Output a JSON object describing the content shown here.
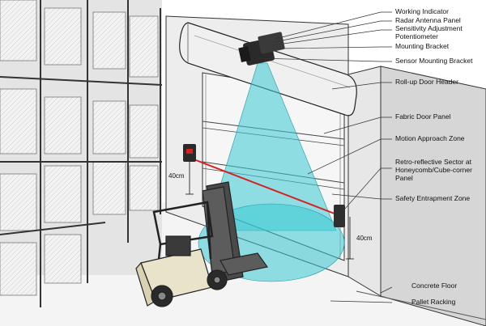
{
  "labels": {
    "working_indicator": "Working Indicator",
    "radar_antenna_panel": "Radar Antenna Panel",
    "sensitivity_line1": "Sensitivity Adjustment",
    "sensitivity_line2": "Potentiometer",
    "mounting_bracket": "Mounting Bracket",
    "sensor_mounting_bracket": "Sensor Mounting Bracket",
    "rollup_door_header": "Roll-up Door Header",
    "fabric_door_panel": "Fabric Door Panel",
    "motion_approach_zone": "Motion Approach Zone",
    "retro_line1": "Retro-reflective Sector at",
    "retro_line2": "Honeycomb/Cube-corner",
    "retro_line3": "Panel",
    "safety_entrapment_zone": "Safety Entrapment Zone",
    "concrete_floor": "Concrete Floor",
    "pallet_racking": "Pallet Racking"
  },
  "dimensions": {
    "left_height": "40cm",
    "right_height": "40cm"
  },
  "colors": {
    "radar_beam": "#39c9d4",
    "safety_beam": "#d92020",
    "outline": "#222222"
  }
}
